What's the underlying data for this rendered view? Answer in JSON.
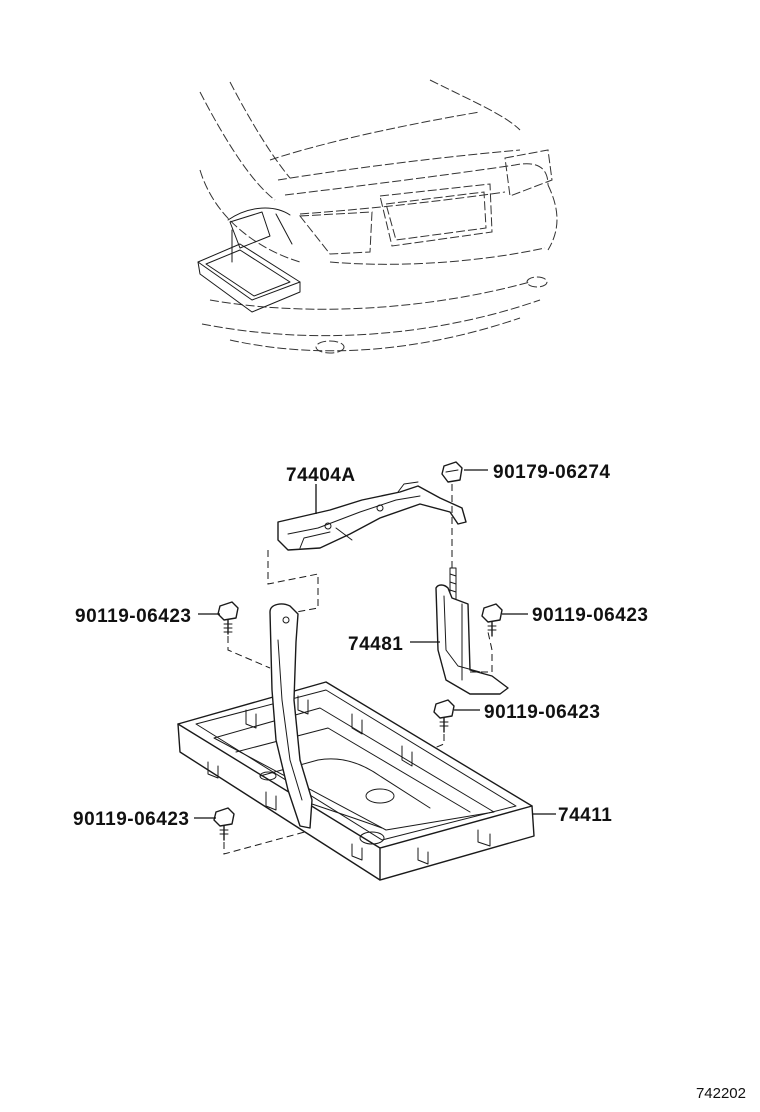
{
  "parts": {
    "bracket_top": {
      "number": "74404A"
    },
    "nut_top": {
      "number": "90179-06274"
    },
    "bolt_left_upper": {
      "number": "90119-06423"
    },
    "bolt_right_upper": {
      "number": "90119-06423"
    },
    "clamp": {
      "number": "74481"
    },
    "bolt_right_mid": {
      "number": "90119-06423"
    },
    "bolt_left_lower": {
      "number": "90119-06423"
    },
    "tray": {
      "number": "74411"
    }
  },
  "figure_code": "742202"
}
